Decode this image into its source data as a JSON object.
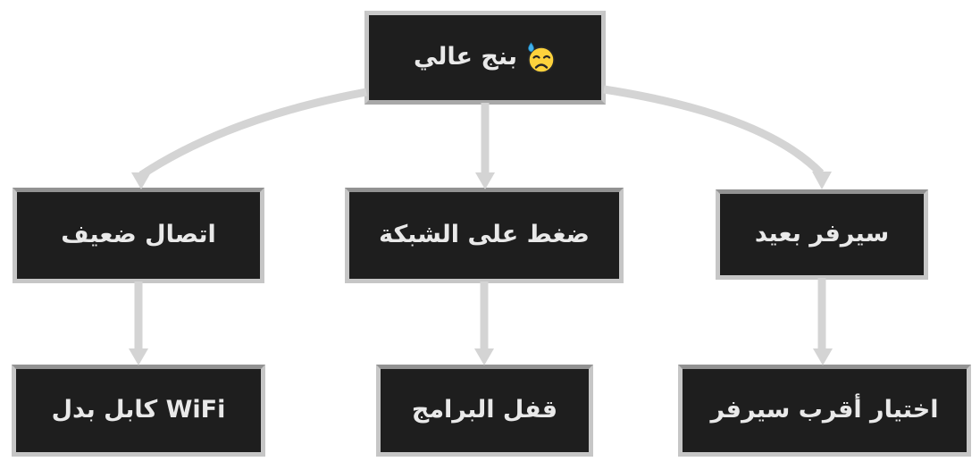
{
  "diagram": {
    "type": "flowchart",
    "direction": "top-down",
    "background": "#ffffff"
  },
  "nodes": {
    "root": {
      "id": "high-ping",
      "label": "بنج عالي",
      "emoji": "😓",
      "emoji_name": "downcast-face-with-sweat"
    },
    "cause_left": {
      "id": "weak-connection",
      "label": "اتصال ضعيف"
    },
    "cause_mid": {
      "id": "network-congestion",
      "label": "ضغط على الشبكة"
    },
    "cause_right": {
      "id": "far-server",
      "label": "سيرفر بعيد"
    },
    "fix_left": {
      "id": "cable-instead-of-wifi",
      "label": "كابل بدل WiFi"
    },
    "fix_mid": {
      "id": "close-programs",
      "label": "قفل البرامج"
    },
    "fix_right": {
      "id": "choose-nearest-server",
      "label": "اختيار أقرب سيرفر"
    }
  },
  "edges": [
    {
      "from": "high-ping",
      "to": "weak-connection",
      "shape": "curved",
      "arrow": "down"
    },
    {
      "from": "high-ping",
      "to": "network-congestion",
      "shape": "straight",
      "arrow": "down"
    },
    {
      "from": "high-ping",
      "to": "far-server",
      "shape": "curved",
      "arrow": "down"
    },
    {
      "from": "weak-connection",
      "to": "cable-instead-of-wifi",
      "shape": "straight",
      "arrow": "down"
    },
    {
      "from": "network-congestion",
      "to": "close-programs",
      "shape": "straight",
      "arrow": "down"
    },
    {
      "from": "far-server",
      "to": "choose-nearest-server",
      "shape": "straight",
      "arrow": "down"
    }
  ],
  "colors": {
    "background": "#ffffff",
    "node_fill": "#1e1e1e",
    "node_border": "#c6c6c6",
    "node_border_top": "#929292",
    "connector": "#d4d4d4",
    "text": "#e9e9e9",
    "emoji_face": "#fdd23c",
    "emoji_drop": "#41b0ea"
  }
}
